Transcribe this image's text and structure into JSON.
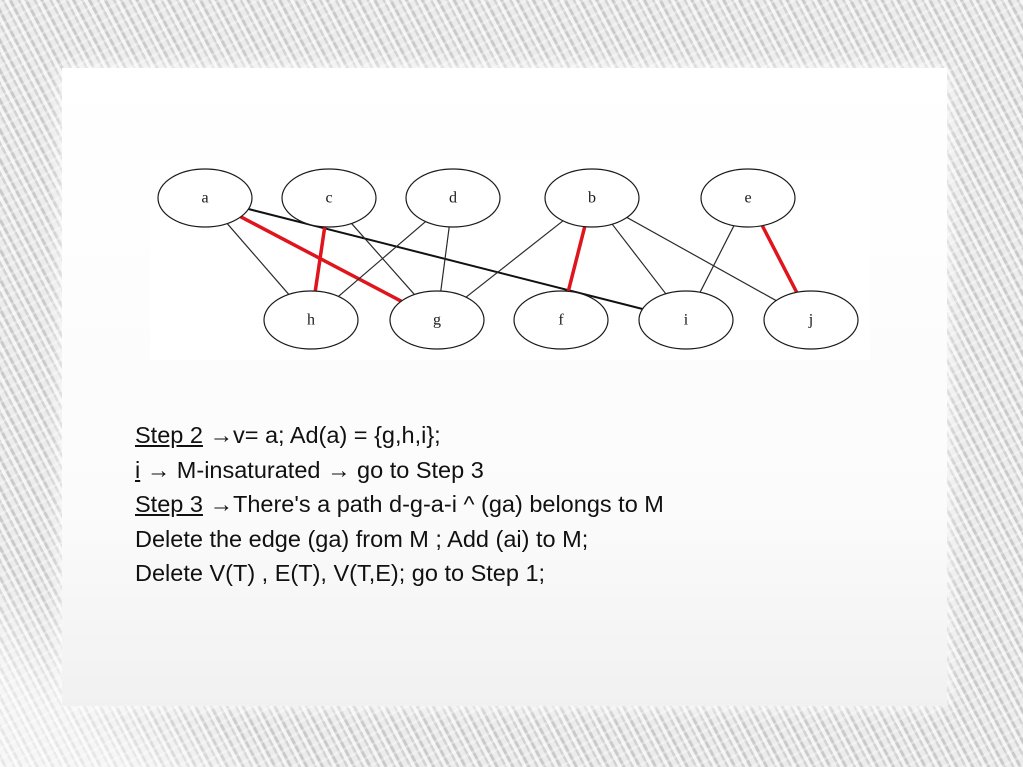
{
  "graph": {
    "nodes": [
      {
        "id": "a",
        "label": "a",
        "row": "top",
        "col": 0
      },
      {
        "id": "c",
        "label": "c",
        "row": "top",
        "col": 1
      },
      {
        "id": "d",
        "label": "d",
        "row": "top",
        "col": 2
      },
      {
        "id": "b",
        "label": "b",
        "row": "top",
        "col": 3
      },
      {
        "id": "e",
        "label": "e",
        "row": "top",
        "col": 4
      },
      {
        "id": "h",
        "label": "h",
        "row": "bottom",
        "col": 0
      },
      {
        "id": "g",
        "label": "g",
        "row": "bottom",
        "col": 1
      },
      {
        "id": "f",
        "label": "f",
        "row": "bottom",
        "col": 2
      },
      {
        "id": "i",
        "label": "i",
        "row": "bottom",
        "col": 3
      },
      {
        "id": "j",
        "label": "j",
        "row": "bottom",
        "col": 4
      }
    ],
    "edges": [
      {
        "from": "a",
        "to": "h",
        "style": "normal"
      },
      {
        "from": "a",
        "to": "g",
        "style": "matched"
      },
      {
        "from": "a",
        "to": "i",
        "style": "bold"
      },
      {
        "from": "c",
        "to": "h",
        "style": "matched"
      },
      {
        "from": "c",
        "to": "g",
        "style": "normal"
      },
      {
        "from": "d",
        "to": "h",
        "style": "normal"
      },
      {
        "from": "d",
        "to": "g",
        "style": "normal"
      },
      {
        "from": "b",
        "to": "g",
        "style": "normal"
      },
      {
        "from": "b",
        "to": "f",
        "style": "matched"
      },
      {
        "from": "b",
        "to": "i",
        "style": "normal"
      },
      {
        "from": "b",
        "to": "j",
        "style": "normal"
      },
      {
        "from": "e",
        "to": "i",
        "style": "normal"
      },
      {
        "from": "e",
        "to": "j",
        "style": "matched"
      }
    ],
    "colors": {
      "matched": "#e0141c",
      "normal": "#2a2a2a"
    }
  },
  "text": {
    "l1_label": "Step 2",
    "l1_text": " →v= a; Ad(a) = {g,h,i};",
    "l2_label": "i",
    "l2_text": " → M-insaturated → go to Step 3",
    "l3_label": "Step 3",
    "l3_text": " →There's a path d-g-a-i ^ (ga) belongs to M",
    "l4_text": "Delete the edge (ga) from M ; Add (ai) to M;",
    "l5_text": "Delete V(T) , E(T), V(T,E); go to Step 1;"
  }
}
